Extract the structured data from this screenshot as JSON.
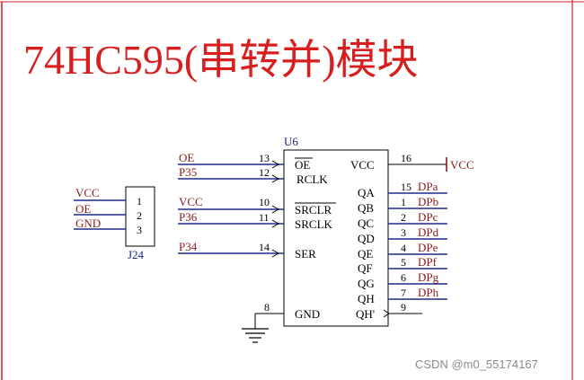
{
  "title": "74HC595(串转并)模块",
  "watermark": "CSDN @m0_55174167",
  "connector": {
    "ref": "J24",
    "pins": [
      "1",
      "2",
      "3"
    ],
    "nets": [
      "VCC",
      "OE",
      "GND"
    ]
  },
  "chip": {
    "ref": "U6",
    "left_pins": [
      {
        "net": "OE",
        "num": "13",
        "label": "OE"
      },
      {
        "net": "P35",
        "num": "12",
        "label": "RCLK"
      },
      {
        "net": "VCC",
        "num": "10",
        "label": "SRCLR"
      },
      {
        "net": "P36",
        "num": "11",
        "label": "SRCLK"
      },
      {
        "net": "P34",
        "num": "14",
        "label": "SER"
      },
      {
        "net": "",
        "num": "8",
        "label": "GND"
      }
    ],
    "vcc_pin": {
      "label": "VCC",
      "num": "16",
      "net": "VCC"
    },
    "outputs": [
      {
        "label": "QA",
        "num": "15",
        "net": "DPa"
      },
      {
        "label": "QB",
        "num": "1",
        "net": "DPb"
      },
      {
        "label": "QC",
        "num": "2",
        "net": "DPc"
      },
      {
        "label": "QD",
        "num": "3",
        "net": "DPd"
      },
      {
        "label": "QE",
        "num": "4",
        "net": "DPe"
      },
      {
        "label": "QF",
        "num": "5",
        "net": "DPf"
      },
      {
        "label": "QG",
        "num": "6",
        "net": "DPg"
      },
      {
        "label": "QH",
        "num": "7",
        "net": "DPh"
      }
    ],
    "qh_prime": {
      "label": "QH'",
      "num": "9"
    }
  }
}
